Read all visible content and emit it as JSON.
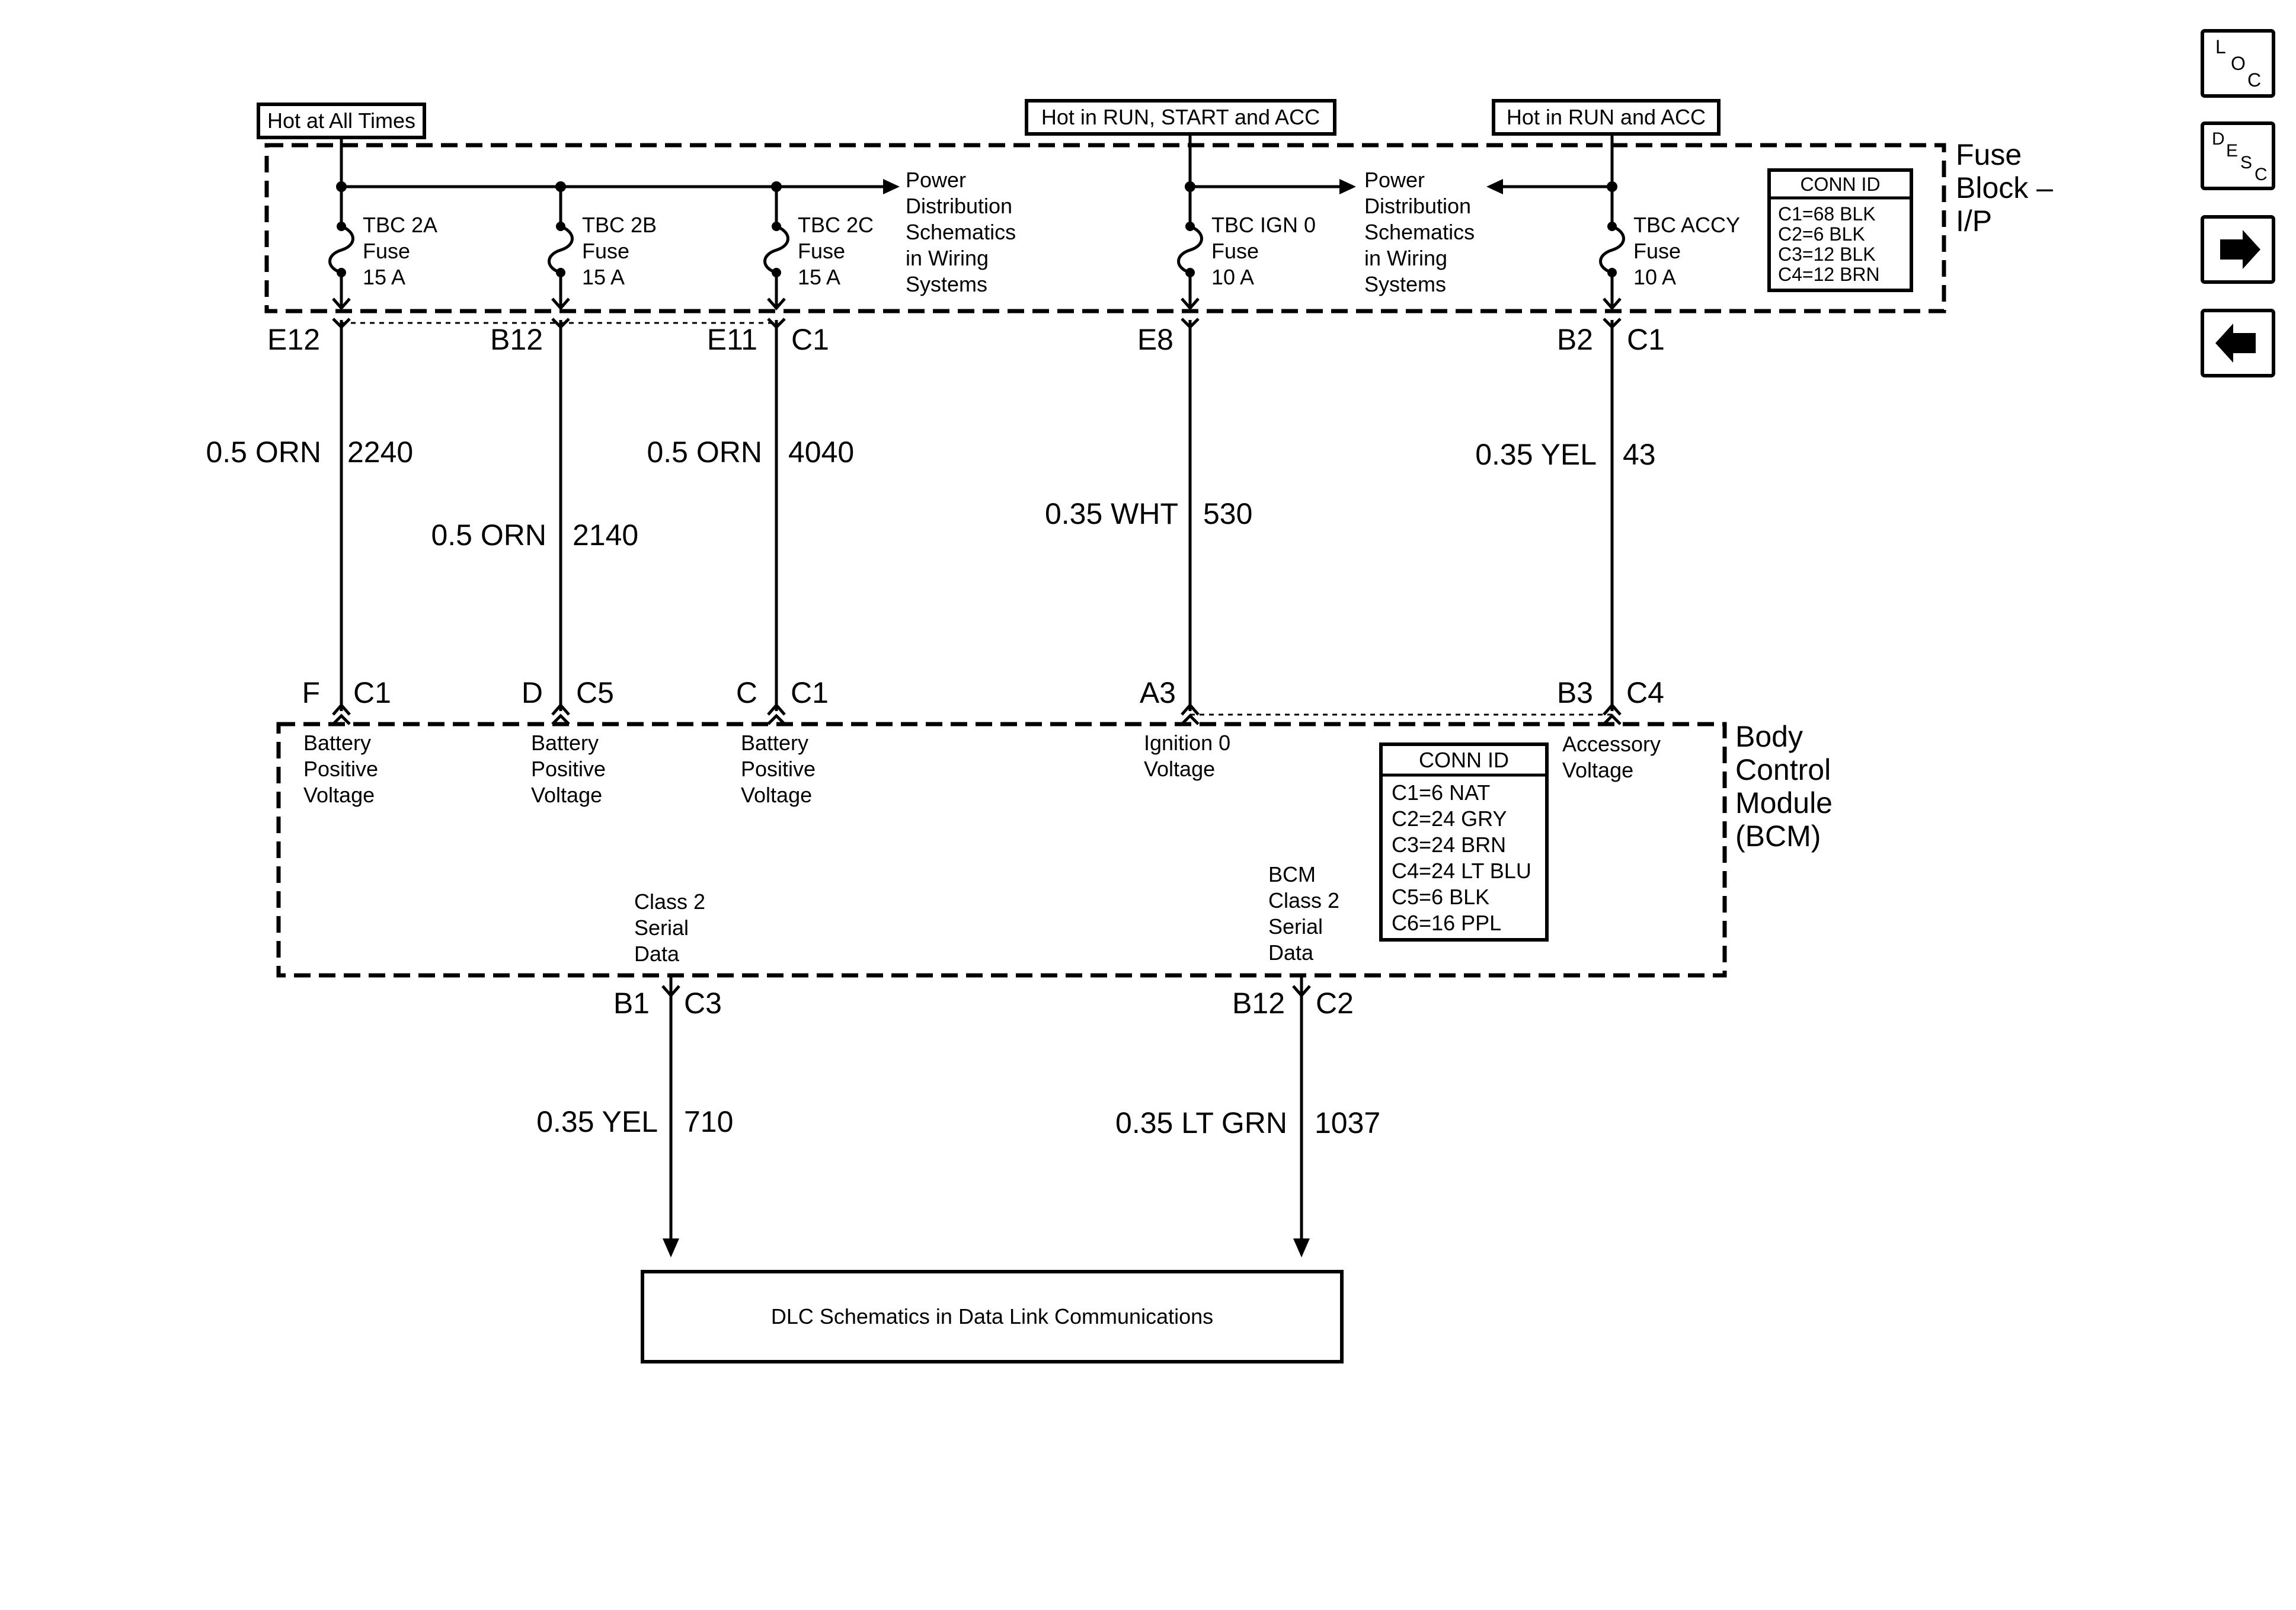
{
  "hot_labels": {
    "all_times": "Hot at All Times",
    "run_start_acc": "Hot in RUN, START and ACC",
    "run_acc": "Hot in RUN and ACC"
  },
  "fuse_block": {
    "name_line1": "Fuse",
    "name_line2": "Block –",
    "name_line3": "I/P",
    "conn_id_title": "CONN ID",
    "conn_ids": [
      "C1=68 BLK",
      "C2=6 BLK",
      "C3=12 BLK",
      "C4=12 BRN"
    ],
    "power_dist_1": [
      "Power",
      "Distribution",
      "Schematics",
      "in Wiring",
      "Systems"
    ],
    "power_dist_2": [
      "Power",
      "Distribution",
      "Schematics",
      "in Wiring",
      "Systems"
    ],
    "fuses": [
      {
        "name": "TBC 2A",
        "type": "Fuse",
        "rating": "15 A"
      },
      {
        "name": "TBC 2B",
        "type": "Fuse",
        "rating": "15 A"
      },
      {
        "name": "TBC 2C",
        "type": "Fuse",
        "rating": "15 A"
      },
      {
        "name": "TBC IGN 0",
        "type": "Fuse",
        "rating": "10 A"
      },
      {
        "name": "TBC ACCY",
        "type": "Fuse",
        "rating": "10 A"
      }
    ]
  },
  "top_pins": [
    {
      "pin": "E12",
      "conn": ""
    },
    {
      "pin": "B12",
      "conn": ""
    },
    {
      "pin": "E11",
      "conn": "C1"
    },
    {
      "pin": "E8",
      "conn": ""
    },
    {
      "pin": "B2",
      "conn": "C1"
    }
  ],
  "wires": [
    {
      "gauge": "0.5 ORN",
      "circuit": "2240"
    },
    {
      "gauge": "0.5 ORN",
      "circuit": "2140"
    },
    {
      "gauge": "0.5 ORN",
      "circuit": "4040"
    },
    {
      "gauge": "0.35 WHT",
      "circuit": "530"
    },
    {
      "gauge": "0.35 YEL",
      "circuit": "43"
    }
  ],
  "bcm_pins": [
    {
      "pin": "F",
      "conn": "C1"
    },
    {
      "pin": "D",
      "conn": "C5"
    },
    {
      "pin": "C",
      "conn": "C1"
    },
    {
      "pin": "A3",
      "conn": ""
    },
    {
      "pin": "B3",
      "conn": "C4"
    }
  ],
  "bcm": {
    "name_lines": [
      "Body",
      "Control",
      "Module",
      "(BCM)"
    ],
    "inputs": [
      [
        "Battery",
        "Positive",
        "Voltage"
      ],
      [
        "Battery",
        "Positive",
        "Voltage"
      ],
      [
        "Battery",
        "Positive",
        "Voltage"
      ],
      [
        "Ignition 0",
        "Voltage"
      ],
      [
        "Accessory",
        "Voltage"
      ]
    ],
    "conn_id_title": "CONN ID",
    "conn_ids": [
      "C1=6 NAT",
      "C2=24 GRY",
      "C3=24 BRN",
      "C4=24 LT BLU",
      "C5=6 BLK",
      "C6=16 PPL"
    ],
    "class2": [
      "Class 2",
      "Serial",
      "Data"
    ],
    "bcm_class2": [
      "BCM",
      "Class 2",
      "Serial",
      "Data"
    ]
  },
  "bottom_pins": [
    {
      "pin": "B1",
      "conn": "C3"
    },
    {
      "pin": "B12",
      "conn": "C2"
    }
  ],
  "bottom_wires": [
    {
      "gauge": "0.35 YEL",
      "circuit": "710"
    },
    {
      "gauge": "0.35 LT GRN",
      "circuit": "1037"
    }
  ],
  "dlc_box": "DLC Schematics in Data Link Communications",
  "nav": {
    "loc": [
      "L",
      "O",
      "C"
    ],
    "desc": [
      "D",
      "E",
      "S",
      "C"
    ],
    "forward_icon": "right-arrow",
    "back_icon": "left-arrow"
  }
}
